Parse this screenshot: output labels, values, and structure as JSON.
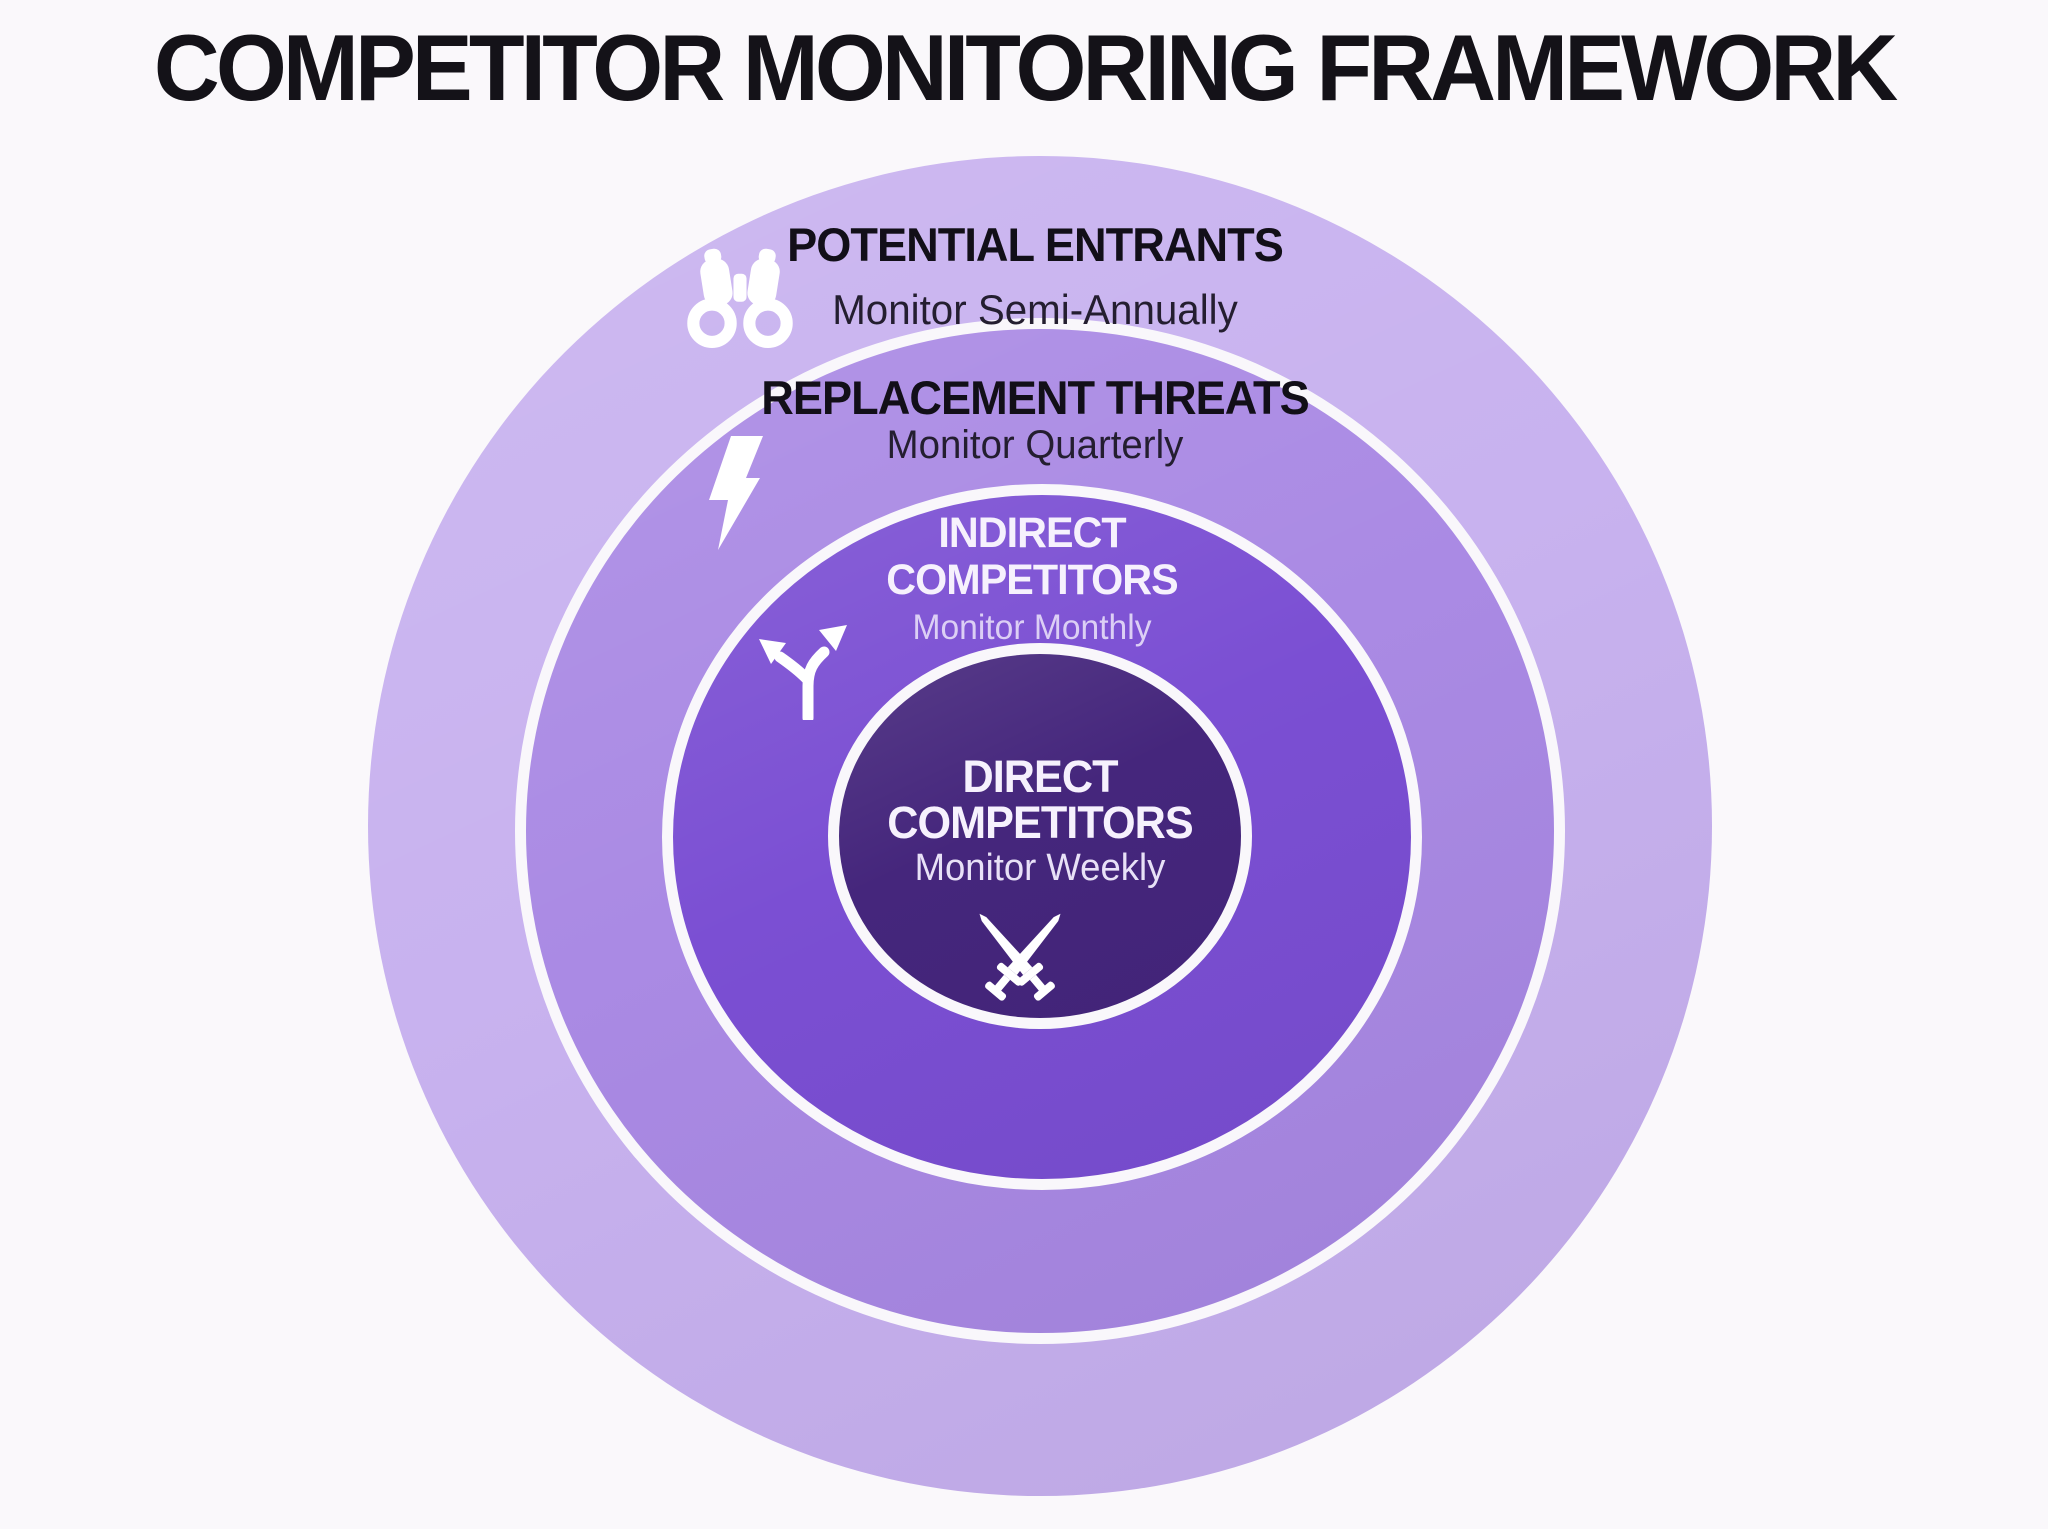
{
  "title": "COMPETITOR MONITORING FRAMEWORK",
  "colors": {
    "background": "#faf8fb",
    "title_text": "#141218",
    "ring_border": "#f9f7fb",
    "dark_label": "#120f18",
    "dark_sublabel": "#241e30",
    "light_label": "#f6f1fd",
    "light_sublabel_indirect": "#dccff5",
    "light_sublabel_direct": "#e8e1f7",
    "icon": "#ffffff"
  },
  "rings": [
    {
      "label": "POTENTIAL ENTRANTS",
      "sublabel": "Monitor Semi-Annually",
      "icon": "binoculars-icon",
      "fill": "#c8b2ef"
    },
    {
      "label": "REPLACEMENT THREATS",
      "sublabel": "Monitor Quarterly",
      "icon": "lightning-icon",
      "fill": "#aa8ae4"
    },
    {
      "label": "INDIRECT COMPETITORS",
      "sublabel": "Monitor Monthly",
      "icon": "branch-arrows-icon",
      "fill": "#7b4fd3"
    },
    {
      "label": "DIRECT COMPETITORS",
      "sublabel": "Monitor Weekly",
      "icon": "crossed-swords-icon",
      "fill": "#45267c"
    }
  ]
}
